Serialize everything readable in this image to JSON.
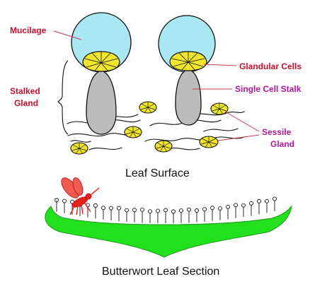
{
  "labels": {
    "mucilage": "Mucilage",
    "stalked_gland_line1": "Stalked",
    "stalked_gland_line2": "Gland",
    "glandular_cells": "Glandular Cells",
    "single_cell_stalk": "Single Cell Stalk",
    "sessile_gland_line1": "Sessile",
    "sessile_gland_line2": "Gland"
  },
  "captions": {
    "leaf_surface": "Leaf Surface",
    "leaf_section": "Butterwort Leaf Section"
  },
  "colors": {
    "mucilage": "#a9e8f2",
    "glandular_cells": "#f2e62a",
    "stalk": "#bcbcbc",
    "leaf": "#22e01c",
    "insect": "#e8201a",
    "label_red": "#c8102e",
    "label_magenta": "#b0189a",
    "leader_line": "#c83a52"
  }
}
